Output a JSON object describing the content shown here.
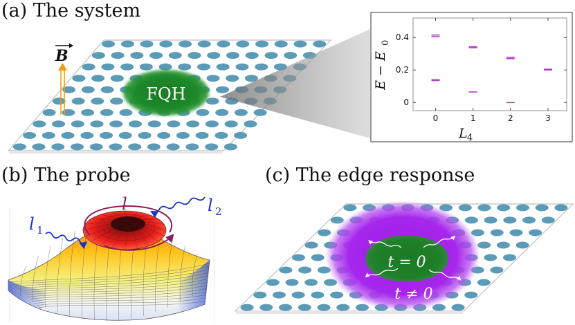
{
  "panels": {
    "a": {
      "title": "(a)  The system"
    },
    "b": {
      "title": "(b)  The probe"
    },
    "c": {
      "title": "(c)  The edge response"
    }
  },
  "labels": {
    "field": "B",
    "fqh": "FQH",
    "l": "l",
    "l1": "l",
    "l1_sub": "1",
    "l2": "l",
    "l2_sub": "2",
    "t_zero": "t = 0",
    "t_nonzero": "t ≠ 0"
  },
  "colors": {
    "dot": "#5b9bb8",
    "fqh_green": "#1a7a24",
    "edge_purple": "#a020e8",
    "arrow_orange": "#f39c12",
    "probe_blue": "#1a34c8",
    "ring_arrow": "#8b1e5a",
    "marker": "#b03ec8"
  },
  "chart_data": {
    "type": "scatter",
    "xlabel": "L",
    "xlabel_sub": "4",
    "ylabel": "E − E",
    "ylabel_sub": "0",
    "xlim": [
      -0.6,
      3.5
    ],
    "ylim": [
      -0.05,
      0.52
    ],
    "xticks": [
      0,
      1,
      2,
      3
    ],
    "yticks": [
      0,
      0.2,
      0.4
    ],
    "ytick_labels": [
      "0",
      "0.2",
      "0.4"
    ],
    "marker": "horizontal-dash",
    "points": [
      {
        "x": 0,
        "y": 0.415
      },
      {
        "x": 0,
        "y": 0.405
      },
      {
        "x": 0,
        "y": 0.14
      },
      {
        "x": 0,
        "y": 0.135
      },
      {
        "x": 1,
        "y": 0.343
      },
      {
        "x": 1,
        "y": 0.337
      },
      {
        "x": 1,
        "y": 0.065
      },
      {
        "x": 2,
        "y": 0.278
      },
      {
        "x": 2,
        "y": 0.27
      },
      {
        "x": 2,
        "y": 0.0
      },
      {
        "x": 3,
        "y": 0.205
      },
      {
        "x": 3,
        "y": 0.2
      }
    ]
  }
}
